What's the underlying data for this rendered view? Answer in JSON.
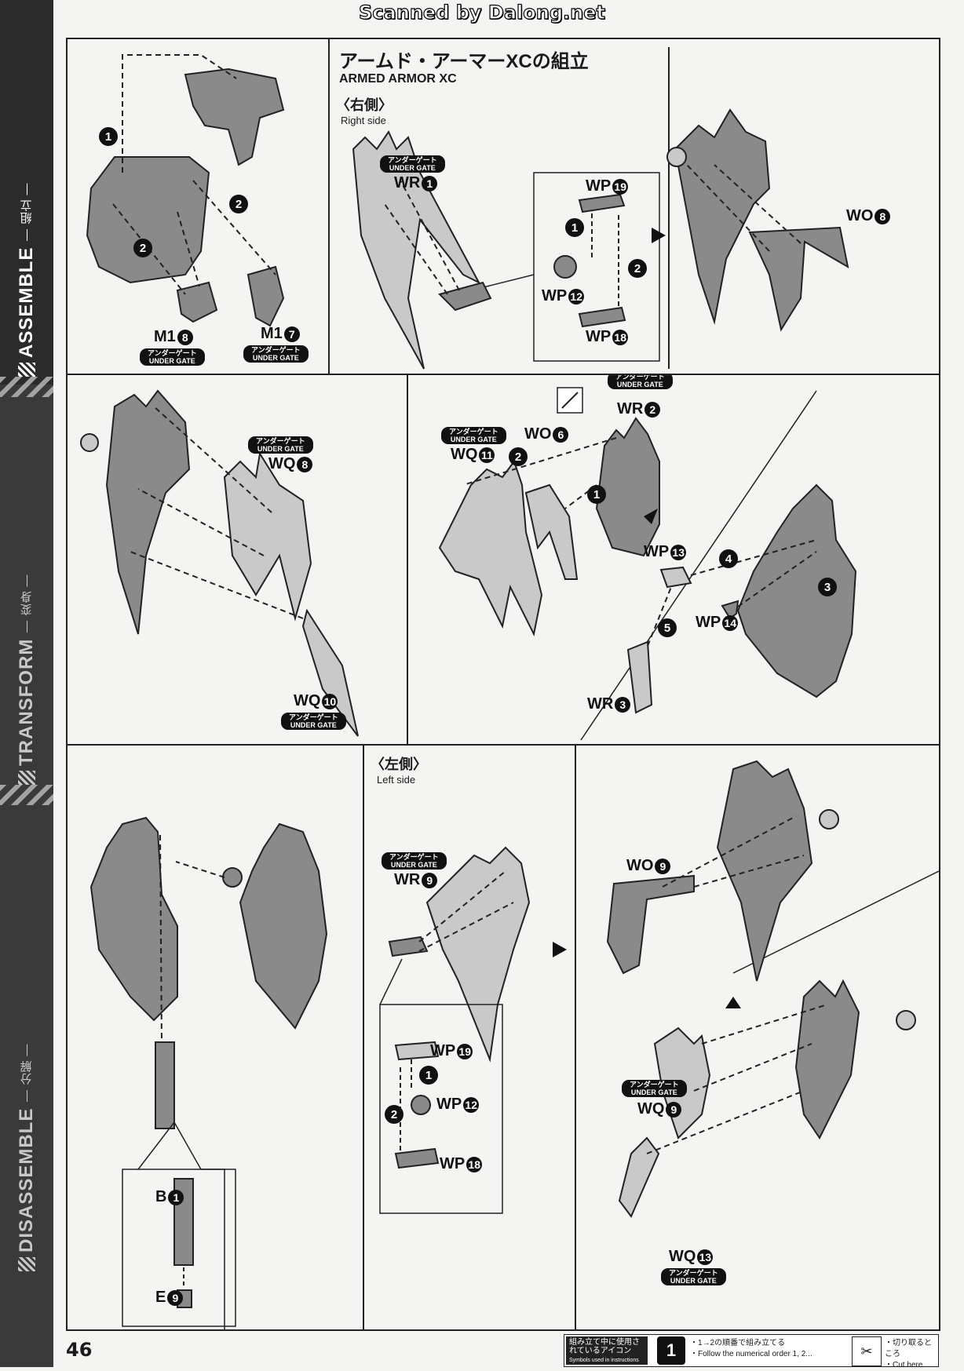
{
  "scan_credit": "Scanned by Dalong.net",
  "sidebar": {
    "assemble": "ASSEMBLE",
    "assemble_jp": "組立",
    "transform": "TRANSFORM",
    "transform_jp": "変身",
    "disassemble": "DISASSEMBLE",
    "disassemble_jp": "分解"
  },
  "section": {
    "title_jp": "アームド・アーマーXCの組立",
    "title_en": "ARMED ARMOR XC",
    "right_jp": "〈右側〉",
    "right_en": "Right side",
    "left_jp": "〈左側〉",
    "left_en": "Left side"
  },
  "under_gate_jp": "アンダーゲート",
  "under_gate_en": "UNDER GATE",
  "parts": {
    "m18": "M1",
    "m18n": "8",
    "m17": "M1",
    "m17n": "7",
    "wr1": "WR",
    "wr1n": "1",
    "wp19": "WP",
    "wp19n": "19",
    "wp12": "WP",
    "wp12n": "12",
    "wp18": "WP",
    "wp18n": "18",
    "wo8": "WO",
    "wo8n": "8",
    "wq8": "WQ",
    "wq8n": "8",
    "wq10": "WQ",
    "wq10n": "10",
    "wr2": "WR",
    "wr2n": "2",
    "wo6": "WO",
    "wo6n": "6",
    "wq11": "WQ",
    "wq11n": "11",
    "wp13": "WP",
    "wp13n": "13",
    "wp14": "WP",
    "wp14n": "14",
    "wr3": "WR",
    "wr3n": "3",
    "wr9": "WR",
    "wr9n": "9",
    "wo9": "WO",
    "wo9n": "9",
    "wq9": "WQ",
    "wq9n": "9",
    "wq13": "WQ",
    "wq13n": "13",
    "b1": "B",
    "b1n": "1",
    "e9": "E",
    "e9n": "9"
  },
  "steps": [
    "1",
    "2",
    "3",
    "4",
    "5"
  ],
  "footer": {
    "page_number": "46",
    "legend_title_jp": "組み立て中に使用されているアイコン",
    "legend_title_en": "Symbols used in instructions",
    "legend_step_icon": "1",
    "legend_order_jp": "・1→2の順番で組み立てる",
    "legend_order_en": "・Follow the numerical order 1, 2...",
    "legend_cut_jp": "・切り取るところ",
    "legend_cut_en": "・Cut here."
  },
  "colors": {
    "ink": "#1a1a1a",
    "part_dark": "#8a8a8a",
    "part_light": "#c9c9c9",
    "paper": "#f4f4f3"
  }
}
